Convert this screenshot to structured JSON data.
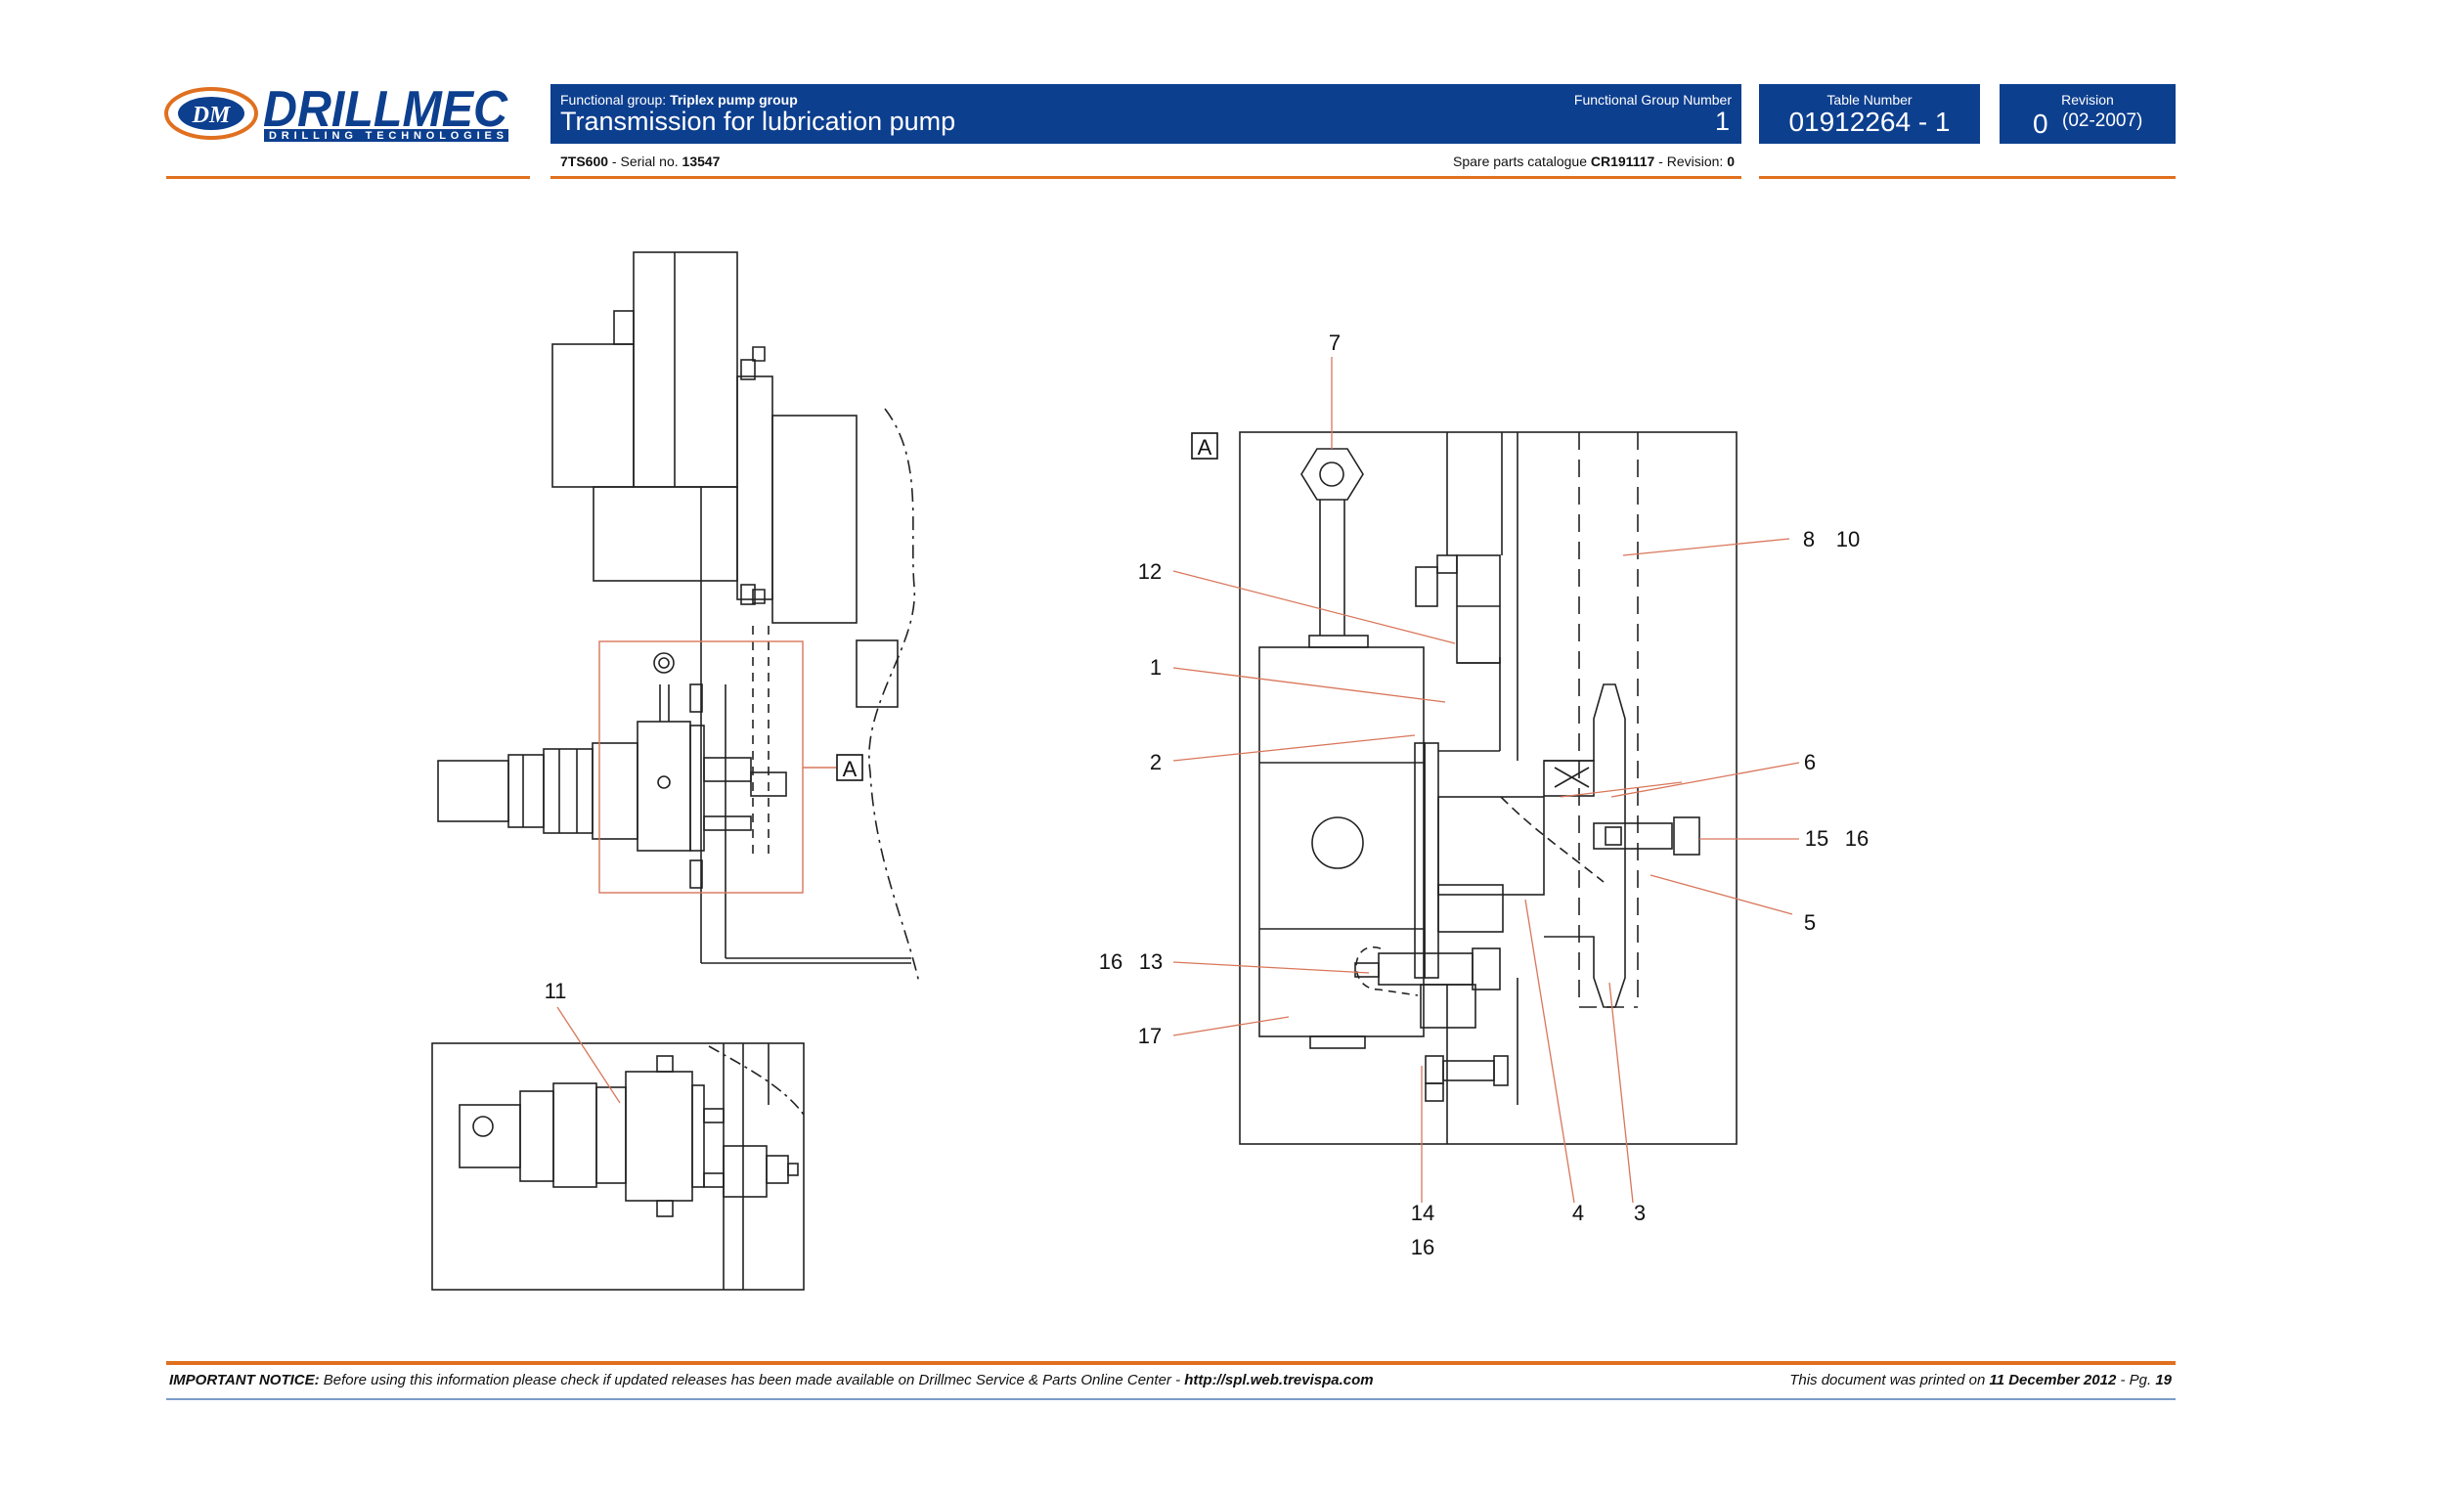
{
  "brand": {
    "name": "DRILLMEC",
    "tagline": "DRILLING TECHNOLOGIES",
    "monogram": "DM"
  },
  "header": {
    "functional_group_label": "Functional group:",
    "functional_group_value": "Triplex pump group",
    "title": "Transmission for lubrication pump",
    "functional_group_number_label": "Functional Group Number",
    "functional_group_number": "1",
    "table_number_label": "Table Number",
    "table_number": "01912264 - 1",
    "revision_label": "Revision",
    "revision_number": "0",
    "revision_date": "(02-2007)"
  },
  "subheader": {
    "model": "7TS600",
    "serial_label": " - Serial no. ",
    "serial": "13547",
    "catalogue_label": "Spare parts catalogue ",
    "catalogue": "CR191117",
    "catalogue_rev_label": " - Revision: ",
    "catalogue_rev": "0"
  },
  "drawing": {
    "detail_tag": "A",
    "callouts": {
      "c7": "7",
      "c8": "8",
      "c10": "10",
      "c12": "12",
      "c1": "1",
      "c2": "2",
      "c6": "6",
      "c15": "15",
      "c16a": "16",
      "c5": "5",
      "c16b": "16",
      "c13": "13",
      "c17": "17",
      "c14": "14",
      "c4": "4",
      "c3": "3",
      "c16c": "16",
      "c11": "11"
    }
  },
  "footer": {
    "notice_label": "IMPORTANT NOTICE:",
    "notice_text": " Before using this information please check if updated releases has been made available on Drillmec Service & Parts Online Center - ",
    "notice_url": "http://spl.web.trevispa.com",
    "printed_text": "This document was printed on ",
    "printed_date": "11 December 2012",
    "page_label": " - Pg. ",
    "page": "19"
  },
  "colors": {
    "header_blue": "#0d3f8f",
    "accent_orange": "#e0701f",
    "leader_red": "#d9765a",
    "drawing_line": "#222222"
  }
}
